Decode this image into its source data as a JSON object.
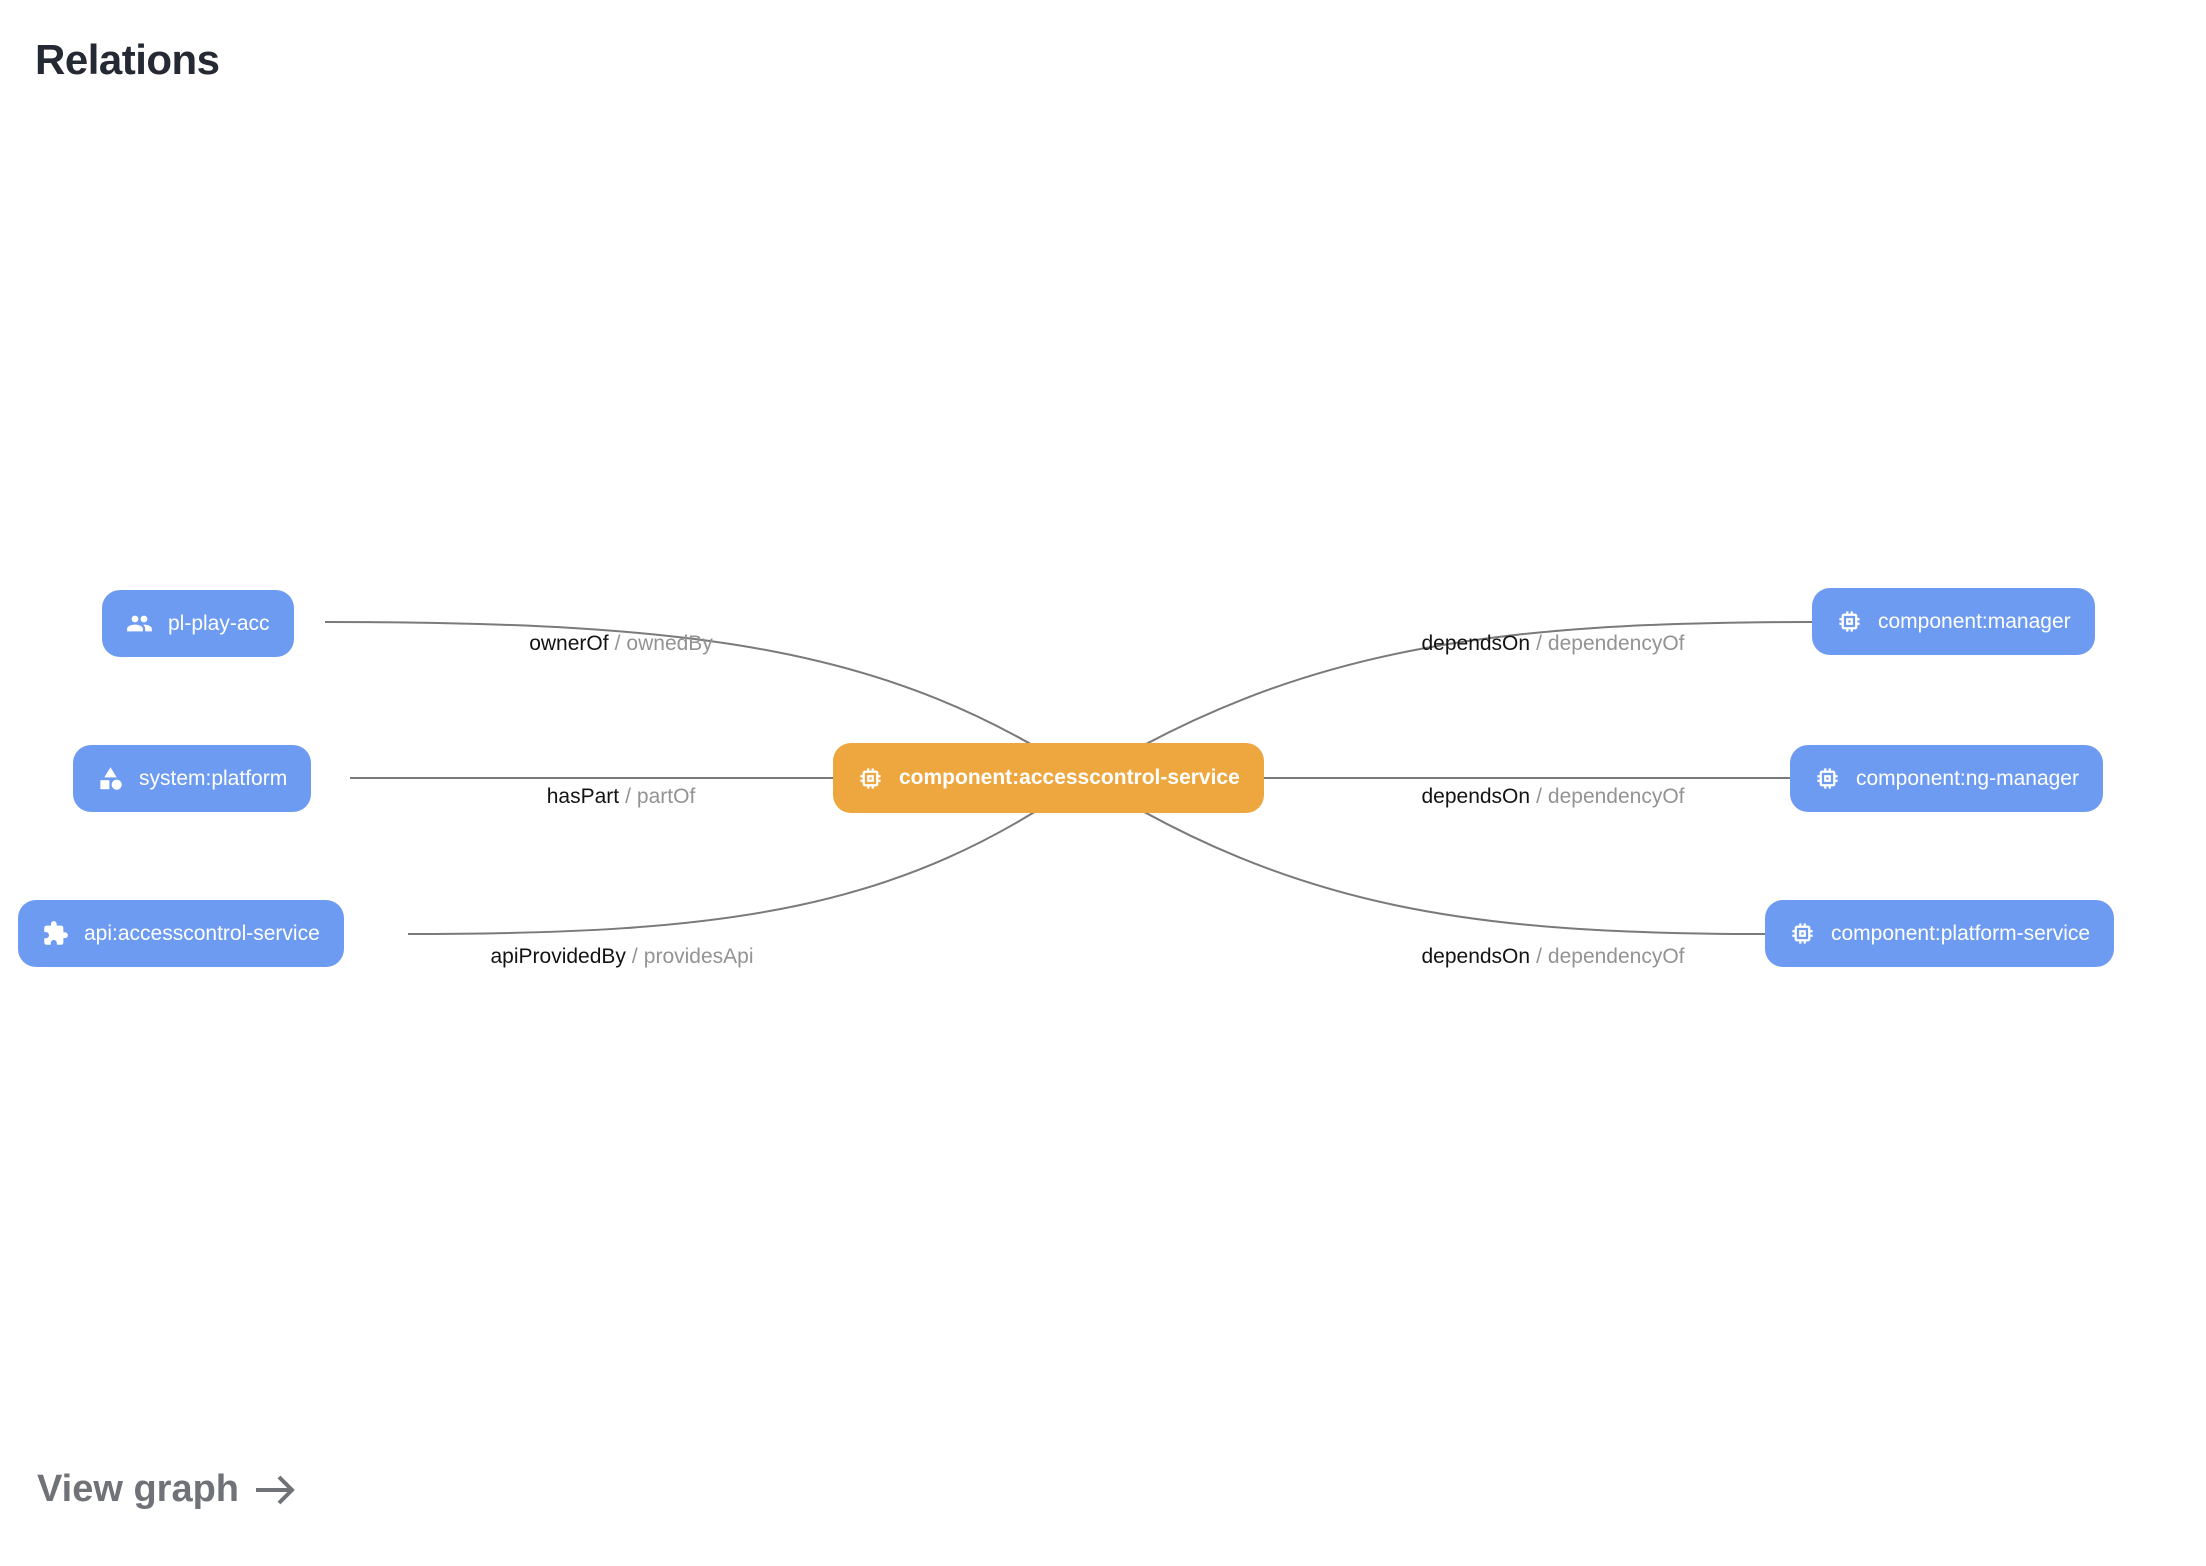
{
  "header": {
    "title": "Relations"
  },
  "footer": {
    "view_graph_label": "View graph"
  },
  "label_separator": "/",
  "colors": {
    "node_blue": "#6d9bf1",
    "node_orange": "#eda73e",
    "edge_line": "#7a7a7a",
    "relation_primary": "#131313",
    "relation_secondary": "#939393",
    "title": "#242933",
    "view_graph": "#6f7377"
  },
  "nodes": {
    "center": {
      "label": "component:accesscontrol-service",
      "icon": "chip-icon"
    },
    "left": [
      {
        "label": "pl-play-acc",
        "icon": "group-icon"
      },
      {
        "label": "system:platform",
        "icon": "category-icon"
      },
      {
        "label": "api:accesscontrol-service",
        "icon": "puzzle-icon"
      }
    ],
    "right": [
      {
        "label": "component:manager",
        "icon": "chip-icon"
      },
      {
        "label": "component:ng-manager",
        "icon": "chip-icon"
      },
      {
        "label": "component:platform-service",
        "icon": "chip-icon"
      }
    ]
  },
  "edges": {
    "left": [
      {
        "relation": "ownerOf",
        "inverse": "ownedBy"
      },
      {
        "relation": "hasPart",
        "inverse": "partOf"
      },
      {
        "relation": "apiProvidedBy",
        "inverse": "providesApi"
      }
    ],
    "right": [
      {
        "relation": "dependsOn",
        "inverse": "dependencyOf"
      },
      {
        "relation": "dependsOn",
        "inverse": "dependencyOf"
      },
      {
        "relation": "dependsOn",
        "inverse": "dependencyOf"
      }
    ]
  }
}
